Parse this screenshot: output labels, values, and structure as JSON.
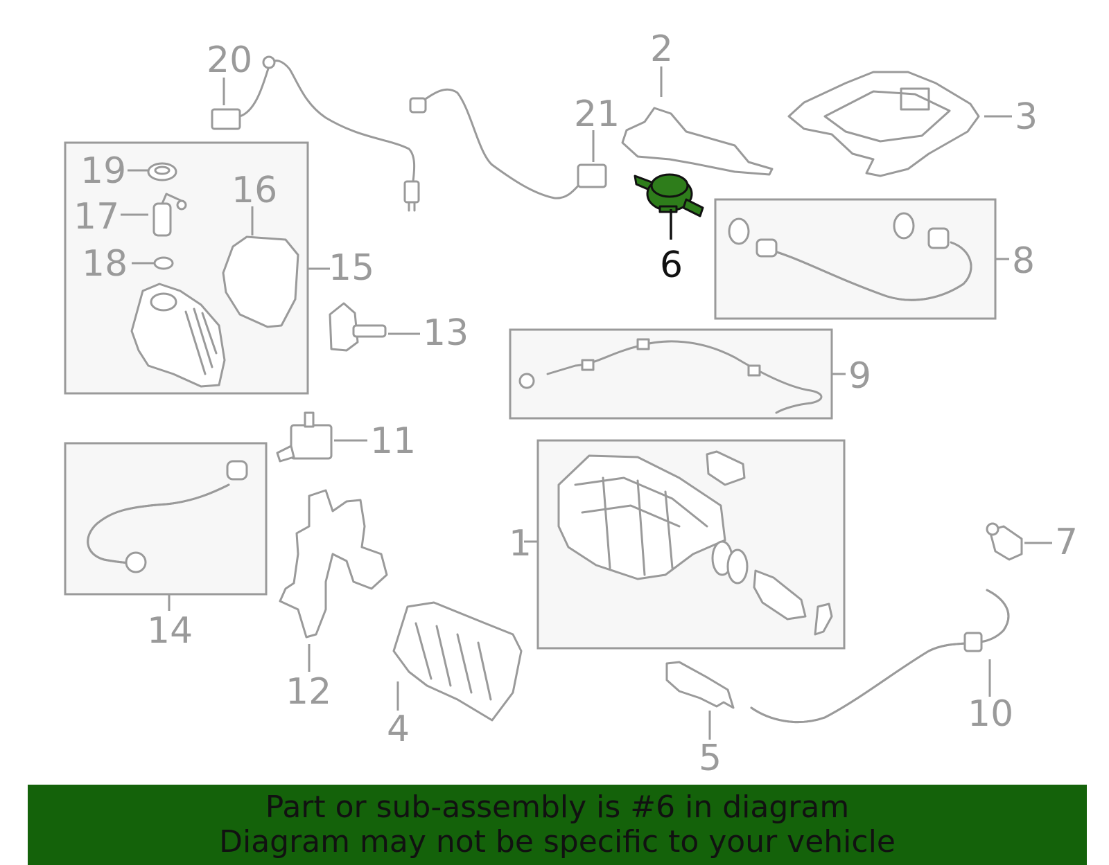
{
  "colors": {
    "part_gray": "#9a9a9a",
    "highlight_green": "#2e7d1b",
    "banner_green": "#14620a",
    "text_dark": "#111111"
  },
  "callouts": {
    "c1": "1",
    "c2": "2",
    "c3": "3",
    "c4": "4",
    "c5": "5",
    "c6": "6",
    "c7": "7",
    "c8": "8",
    "c9": "9",
    "c10": "10",
    "c11": "11",
    "c12": "12",
    "c13": "13",
    "c14": "14",
    "c15": "15",
    "c16": "16",
    "c17": "17",
    "c18": "18",
    "c19": "19",
    "c20": "20",
    "c21": "21"
  },
  "highlighted_part": "6",
  "banner": {
    "line1": "Part or sub-assembly is #6 in diagram",
    "line2": "Diagram may not be specific to your vehicle"
  }
}
